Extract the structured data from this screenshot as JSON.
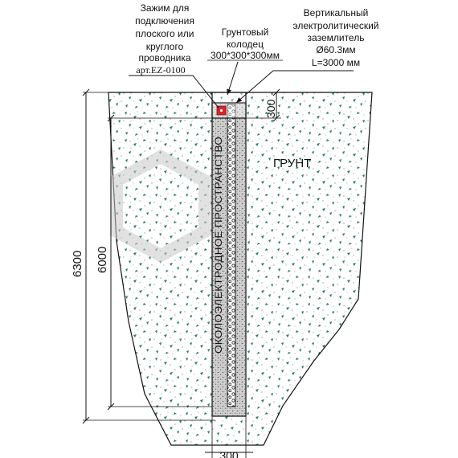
{
  "labels": {
    "clamp": [
      "Зажим для",
      "подключения",
      "плоского или",
      "круглого",
      "проводника"
    ],
    "clamp_article": "арт.EZ-0100",
    "well": [
      "Грунтовый",
      "колодец"
    ],
    "well_size": "300*300*300мм",
    "electrode": [
      "Вертикальный",
      "электролитический",
      "заземлитель"
    ],
    "electrode_diameter": "Ø60.3мм",
    "electrode_length": "L=3000 мм",
    "soil": "ГРУНТ",
    "near_electrode_space": "ОКОЛОЭЛЕКТРОДНОЕ ПРОСТРАНСТВО"
  },
  "dimensions": {
    "total_depth": "6300",
    "trench_depth": "6000",
    "well_depth": "300",
    "well_width": "300"
  },
  "colors": {
    "soil_speckle": "#2e7d5b",
    "clamp": "#d9252b",
    "line": "#111111",
    "backfill": "#d6d6d6",
    "watermark": "#c8c8c8"
  }
}
